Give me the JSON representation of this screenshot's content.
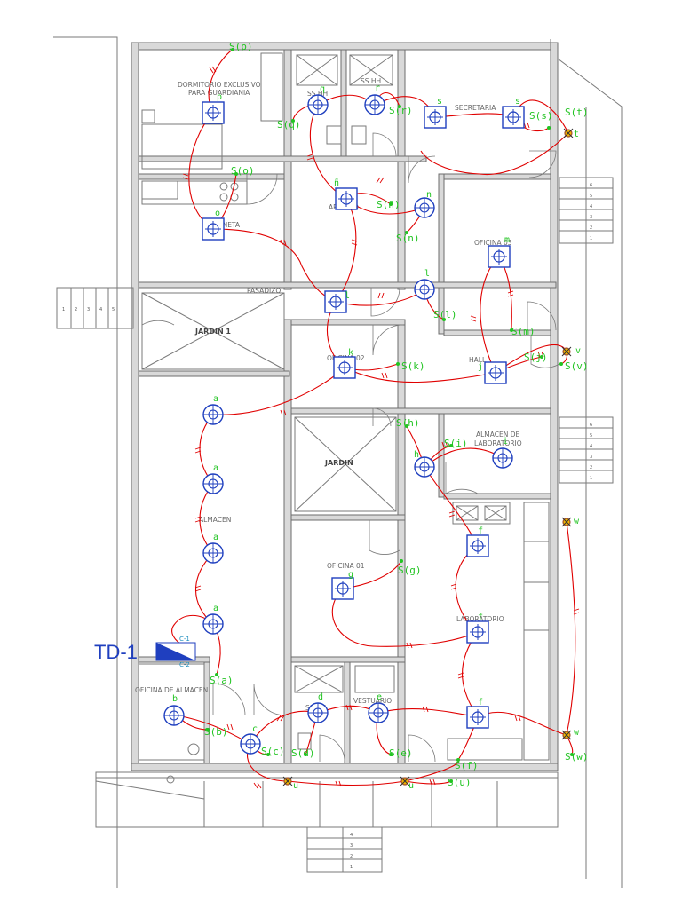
{
  "panel": {
    "label": "TD-1",
    "circuit_1": "C-1",
    "circuit_2": "C-2"
  },
  "rooms": {
    "dormitorio": "DORMITORIO EXCLUSIVO",
    "dormitorio_2": "PARA GUARDIANIA",
    "sshh_1": "SS.HH",
    "sshh_2": "SS.HH.",
    "secretaria": "SECRETARIA",
    "cocineta": "COCINETA",
    "archivo": "ARCHIVO",
    "pasadizo": "PASADIZO",
    "jardin_1": "JARDIN 1",
    "oficina_03": "OFICINA 03",
    "oficina_02": "OFICINA 02",
    "hall": "HALL",
    "jardin": "JARDIN",
    "almacen_lab_1": "ALMACEN DE",
    "almacen_lab_2": "LABORATORIO",
    "almacen": "ALMACEN",
    "oficina_01": "OFICINA 01",
    "laboratorio": "LABORATORIO",
    "oficina_almacen": "OFICINA DE ALMACEN",
    "sshh_3": "SS.HH",
    "vestuario": "VESTUARIO"
  },
  "switches": {
    "p": "S(p)",
    "q": "S(q)",
    "r": "S(r)",
    "s": "S(s)",
    "t": "S(t)",
    "o": "S(o)",
    "nn": "S(ñ)",
    "n": "S(n)",
    "l": "S(l)",
    "m": "S(m)",
    "k": "S(k)",
    "j": "S(j)",
    "v": "S(v)",
    "h": "S(h)",
    "i": "S(i)",
    "g": "S(g)",
    "w1": "S(w)",
    "a": "S(a)",
    "b": "S(b)",
    "c": "S(c)",
    "d": "S(d)",
    "e": "S(e)",
    "f": "S(f)",
    "u": "S(u)"
  },
  "fixture_letters": {
    "p": "p",
    "q": "q",
    "r": "r",
    "s1": "s",
    "s2": "s",
    "t": "t",
    "o": "o",
    "nn": "ñ",
    "n": "n",
    "l1": "l",
    "l2": "l",
    "m": "m",
    "k": "k",
    "j": "j",
    "v": "v",
    "h": "h",
    "i": "i",
    "a1": "a",
    "a2": "a",
    "a3": "a",
    "a4": "a",
    "g": "g",
    "f1": "f",
    "f2": "f",
    "f3": "f",
    "b": "b",
    "c": "c",
    "d": "d",
    "e": "e",
    "u1": "u",
    "u2": "u",
    "w1": "w",
    "w2": "w"
  },
  "stairs": {
    "top": [
      "6",
      "5",
      "4",
      "3",
      "2",
      "1"
    ],
    "mid": [
      "6",
      "5",
      "4",
      "3",
      "2",
      "1"
    ],
    "bottom": [
      "4",
      "3",
      "2",
      "1"
    ],
    "left": [
      "1",
      "2",
      "3",
      "4",
      "5"
    ]
  },
  "colors": {
    "circuit": "#e00000",
    "switch_text": "#22c422",
    "fixture_blue": "#1f3fbf",
    "wall": "#d9d9d9"
  }
}
